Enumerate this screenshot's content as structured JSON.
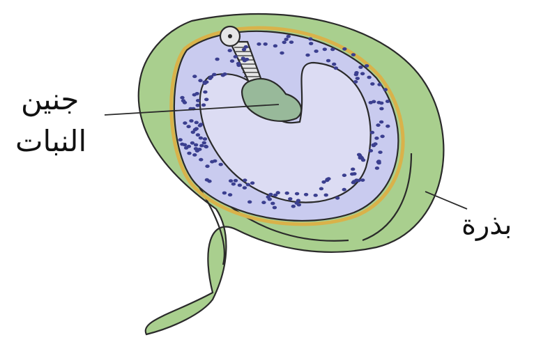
{
  "labels": {
    "embryo_line1": "جنين",
    "embryo_line2": "النبات",
    "seed": "بذرة"
  },
  "colors": {
    "integument": "#a9cf8e",
    "outline": "#2a2a2a",
    "seed_coat_rim": "#d9b24a",
    "nucellus": "#c9cbef",
    "embryo_sac": "#dcdcf3",
    "cell_dots": "#3b3f8f",
    "embryo": "#98b99a"
  },
  "icons": {
    "ovule": "ovule-cross-section-illustration"
  }
}
